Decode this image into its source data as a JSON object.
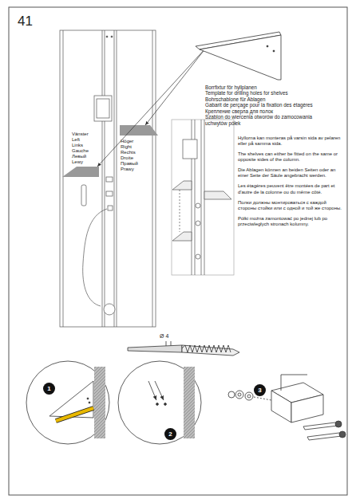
{
  "diagram": {
    "labels": [
      "41",
      "Vänster",
      "Left",
      "Links",
      "Gauche",
      "Левый",
      "Lewy",
      "Borrfixtur för hyllplanen",
      "Template for drilling holes for shelves",
      "Bohrschablone für Ablagen",
      "Gabarit de perçage pour la fixation des étagères",
      "Крепление сверла для полок",
      "Szablon do wiercenia otworów do zamocowania uchwytów półek",
      "Höger",
      "Right",
      "Rechts",
      "Droite",
      "Правый",
      "Prawy",
      "Hyllorna kan monteras på varsin sida av pelaren eller på samma sida.",
      "The shelves can either be fitted on the same or opposite sides of the column.",
      "Die Ablagen können an beiden Seiten oder an einer Seite der Säule angebracht werden.",
      "Les étagères peuvent être montées de part et d'autre de la colonne ou du même côté.",
      "Полки должны монтироваться с каждой стороны стойки или с одной и той же стороны.",
      "Półki można zamontować po jednej lub po przeciwległych stronach kolumny.",
      "Ø 4",
      "1",
      "2",
      "3"
    ]
  }
}
